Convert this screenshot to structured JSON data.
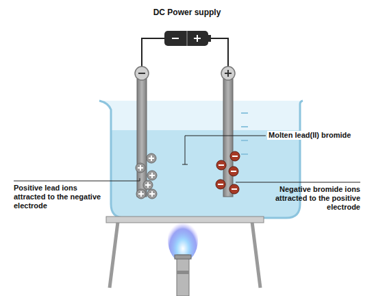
{
  "diagram": {
    "labels": [
      "DC Power supply",
      "Molten lead(II) bromide",
      "Positive lead ions attracted to the negative electrode",
      "Negative bromide ions attracted to the positive electrode"
    ]
  }
}
